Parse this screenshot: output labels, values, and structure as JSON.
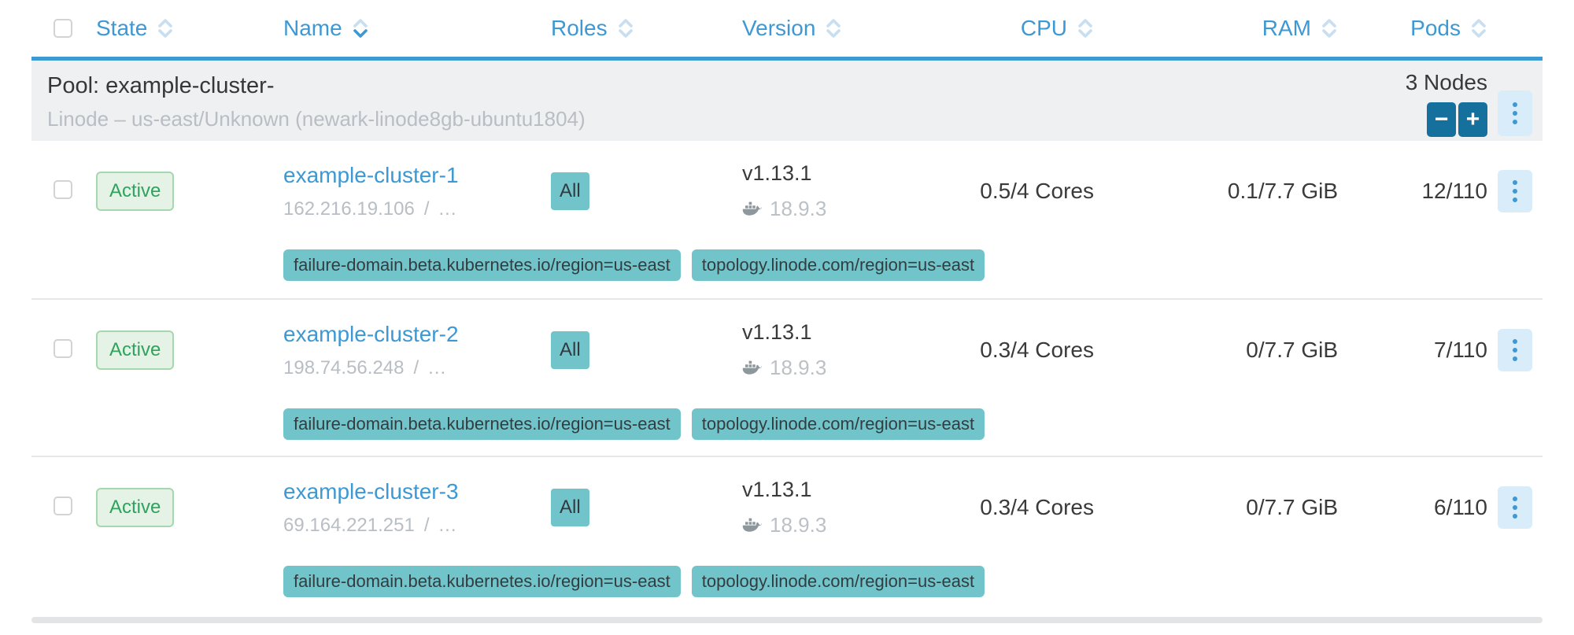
{
  "header": {
    "columns": [
      {
        "label": "State",
        "sort": "none"
      },
      {
        "label": "Name",
        "sort": "desc"
      },
      {
        "label": "Roles",
        "sort": "none"
      },
      {
        "label": "Version",
        "sort": "none"
      },
      {
        "label": "CPU",
        "sort": "none"
      },
      {
        "label": "RAM",
        "sort": "none"
      },
      {
        "label": "Pods",
        "sort": "none"
      }
    ]
  },
  "pool": {
    "title": "Pool: example-cluster-",
    "subtitle": "Linode – us-east/Unknown (newark-linode8gb-ubuntu1804)",
    "node_count": "3 Nodes",
    "scale_down": "−",
    "scale_up": "+"
  },
  "rows": [
    {
      "state": "Active",
      "name": "example-cluster-1",
      "address": "162.216.19.106",
      "address_separator": "/",
      "address_more": "...",
      "role": "All",
      "version": "v1.13.1",
      "docker_version": "18.9.3",
      "cpu": "0.5/4 Cores",
      "ram": "0.1/7.7 GiB",
      "pods": "12/110",
      "tags": [
        "failure-domain.beta.kubernetes.io/region=us-east",
        "topology.linode.com/region=us-east"
      ]
    },
    {
      "state": "Active",
      "name": "example-cluster-2",
      "address": "198.74.56.248",
      "address_separator": "/",
      "address_more": "...",
      "role": "All",
      "version": "v1.13.1",
      "docker_version": "18.9.3",
      "cpu": "0.3/4 Cores",
      "ram": "0/7.7 GiB",
      "pods": "7/110",
      "tags": [
        "failure-domain.beta.kubernetes.io/region=us-east",
        "topology.linode.com/region=us-east"
      ]
    },
    {
      "state": "Active",
      "name": "example-cluster-3",
      "address": "69.164.221.251",
      "address_separator": "/",
      "address_more": "...",
      "role": "All",
      "version": "v1.13.1",
      "docker_version": "18.9.3",
      "cpu": "0.3/4 Cores",
      "ram": "0/7.7 GiB",
      "pods": "6/110",
      "tags": [
        "failure-domain.beta.kubernetes.io/region=us-east",
        "topology.linode.com/region=us-east"
      ]
    }
  ],
  "colors": {
    "accent_blue": "#3d98d3",
    "teal_badge": "#72c4cb",
    "active_green_text": "#2fa25e",
    "active_green_bg": "#e4f3e6",
    "scale_button_blue": "#15709e",
    "kebab_bg": "#d9ecf9",
    "pool_row_bg": "#eef0f2"
  }
}
